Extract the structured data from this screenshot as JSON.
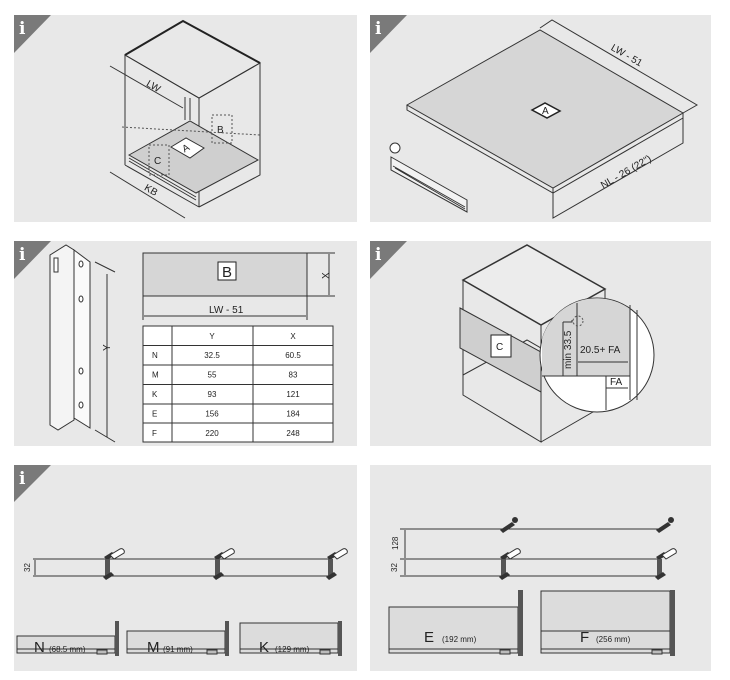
{
  "info_badge": "i",
  "panel1": {
    "dim_lw": "LW",
    "dim_kb": "KB",
    "label_a": "A",
    "label_b": "B",
    "label_c": "C"
  },
  "panel2": {
    "dim_width": "LW - 51",
    "dim_depth": "NL - 26 (22\")",
    "label_a": "A"
  },
  "panel3": {
    "dim_y": "Y",
    "label_b": "B",
    "dim_x": "X",
    "dim_width": "LW - 51",
    "table": {
      "headers": [
        "",
        "Y",
        "X"
      ],
      "rows": [
        [
          "N",
          "32.5",
          "60.5"
        ],
        [
          "M",
          "55",
          "83"
        ],
        [
          "K",
          "93",
          "121"
        ],
        [
          "E",
          "156",
          "184"
        ],
        [
          "F",
          "220",
          "248"
        ]
      ]
    }
  },
  "panel4": {
    "label_c": "C",
    "dim_min": "min 33.5",
    "dim_offset": "20.5+ FA",
    "dim_fa": "FA"
  },
  "panel5": {
    "dim_32": "32",
    "drawers": [
      {
        "letter": "N",
        "size": "(68.5 mm)"
      },
      {
        "letter": "M",
        "size": "(91 mm)"
      },
      {
        "letter": "K",
        "size": "(129 mm)"
      }
    ]
  },
  "panel6": {
    "dim_128": "128",
    "dim_32": "32",
    "drawers": [
      {
        "letter": "E",
        "size": "(192 mm)"
      },
      {
        "letter": "F",
        "size": "(256 mm)"
      }
    ]
  }
}
